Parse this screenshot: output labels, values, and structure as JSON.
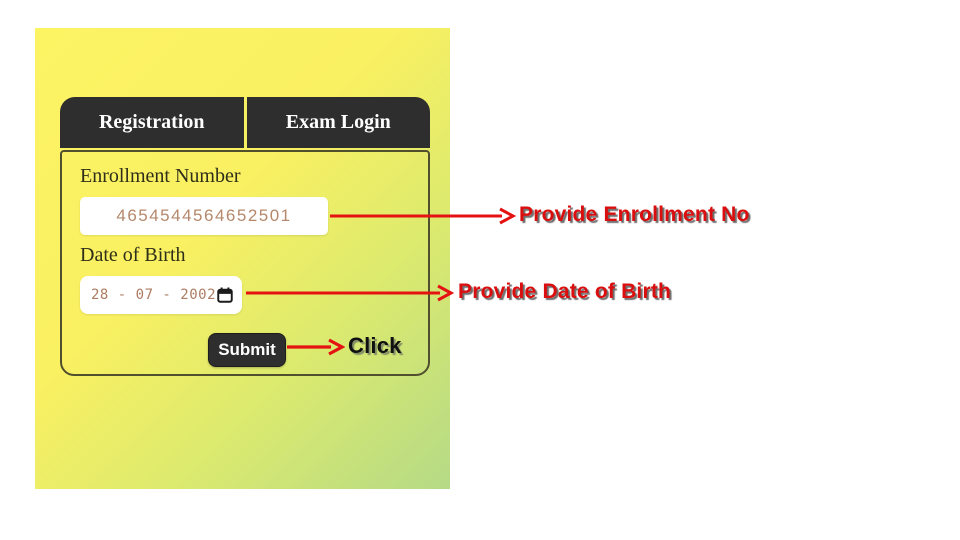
{
  "card": {
    "tabs": [
      {
        "label": "Registration"
      },
      {
        "label": "Exam Login"
      }
    ],
    "form": {
      "enrollment_label": "Enrollment Number",
      "enrollment_value": "4654544564652501",
      "dob_label": "Date of Birth",
      "dob_value": "28 - 07 - 2002",
      "submit_label": "Submit"
    }
  },
  "annotations": {
    "enrollment_note": "Provide Enrollment No",
    "dob_note": "Provide Date of Birth",
    "submit_note": "Click"
  },
  "icons": {
    "dob_picker": "calendar-icon"
  },
  "colors": {
    "panel_gradient_start": "#fdf464",
    "panel_gradient_end": "#b5da86",
    "tab_bar": "#2e2e2e",
    "form_border": "#50502f",
    "label_text": "#2e2e19",
    "input_value_text": "#b5886c",
    "annotation_red": "#da0e0e",
    "arrow_red": "#e51212",
    "click_note_black": "#101010"
  }
}
